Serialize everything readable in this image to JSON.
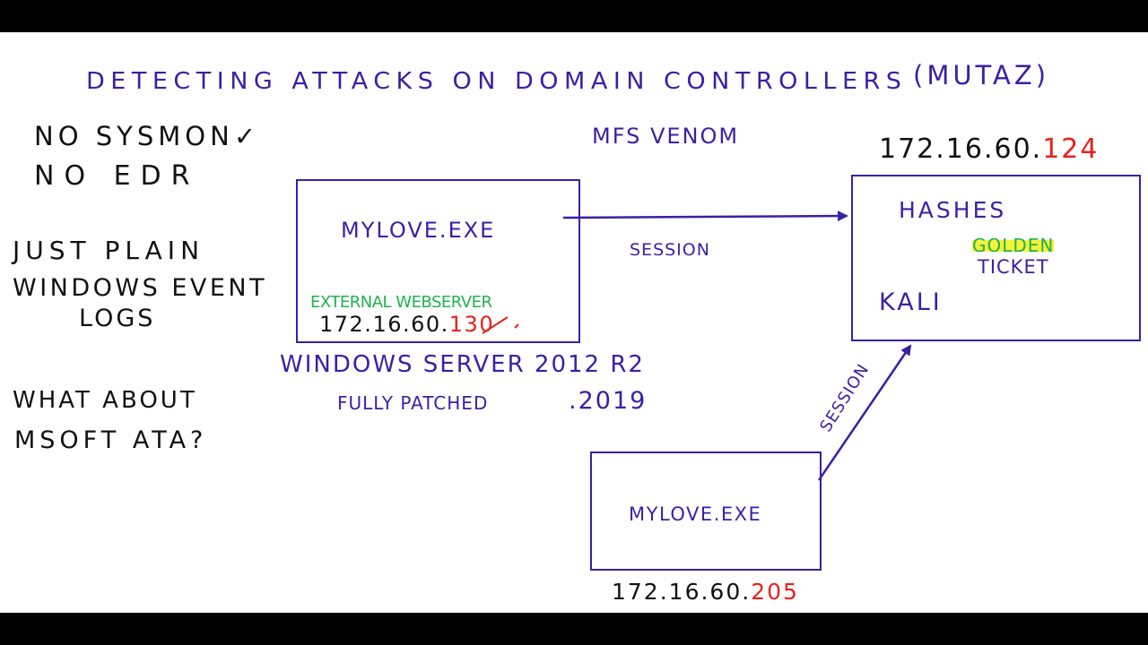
{
  "title": "DETECTING ATTACKS ON DOMAIN CONTROLLERS",
  "author": "(MUTAZ)",
  "left_notes": {
    "line1": "NO SYSMON",
    "check": "✓",
    "line2": "NO EDR",
    "line3": "JUST PLAIN",
    "line4": "WINDOWS EVENT",
    "line5": "LOGS",
    "line6": "WHAT ABOUT",
    "line7": "MSOFT ATA?"
  },
  "payload_label": "MFS VENOM",
  "attacker": {
    "ip_prefix": "172.16.60.",
    "ip_suffix": "124",
    "line1": "HASHES",
    "golden": "GOLDEN",
    "ticket": "TICKET",
    "name": "KALI"
  },
  "webserver": {
    "file": "MYLOVE.EXE",
    "role": "EXTERNAL WEBSERVER",
    "ip_prefix": "172.16.60.",
    "ip_suffix": "130",
    "os": "WINDOWS SERVER 2012 R2",
    "patch": "FULLY PATCHED",
    "year": ".2019"
  },
  "client": {
    "file": "MYLOVE.EXE",
    "ip_prefix": "172.16.60.",
    "ip_suffix": "205"
  },
  "arrows": {
    "session_top": "SESSION",
    "session_diag": "SESSION"
  },
  "colors": {
    "marker_purple": "#3b1fa6",
    "marker_black": "#111111",
    "marker_red": "#e8221b",
    "marker_green": "#22b24c",
    "highlighter_yellow": "#f5f23a"
  }
}
